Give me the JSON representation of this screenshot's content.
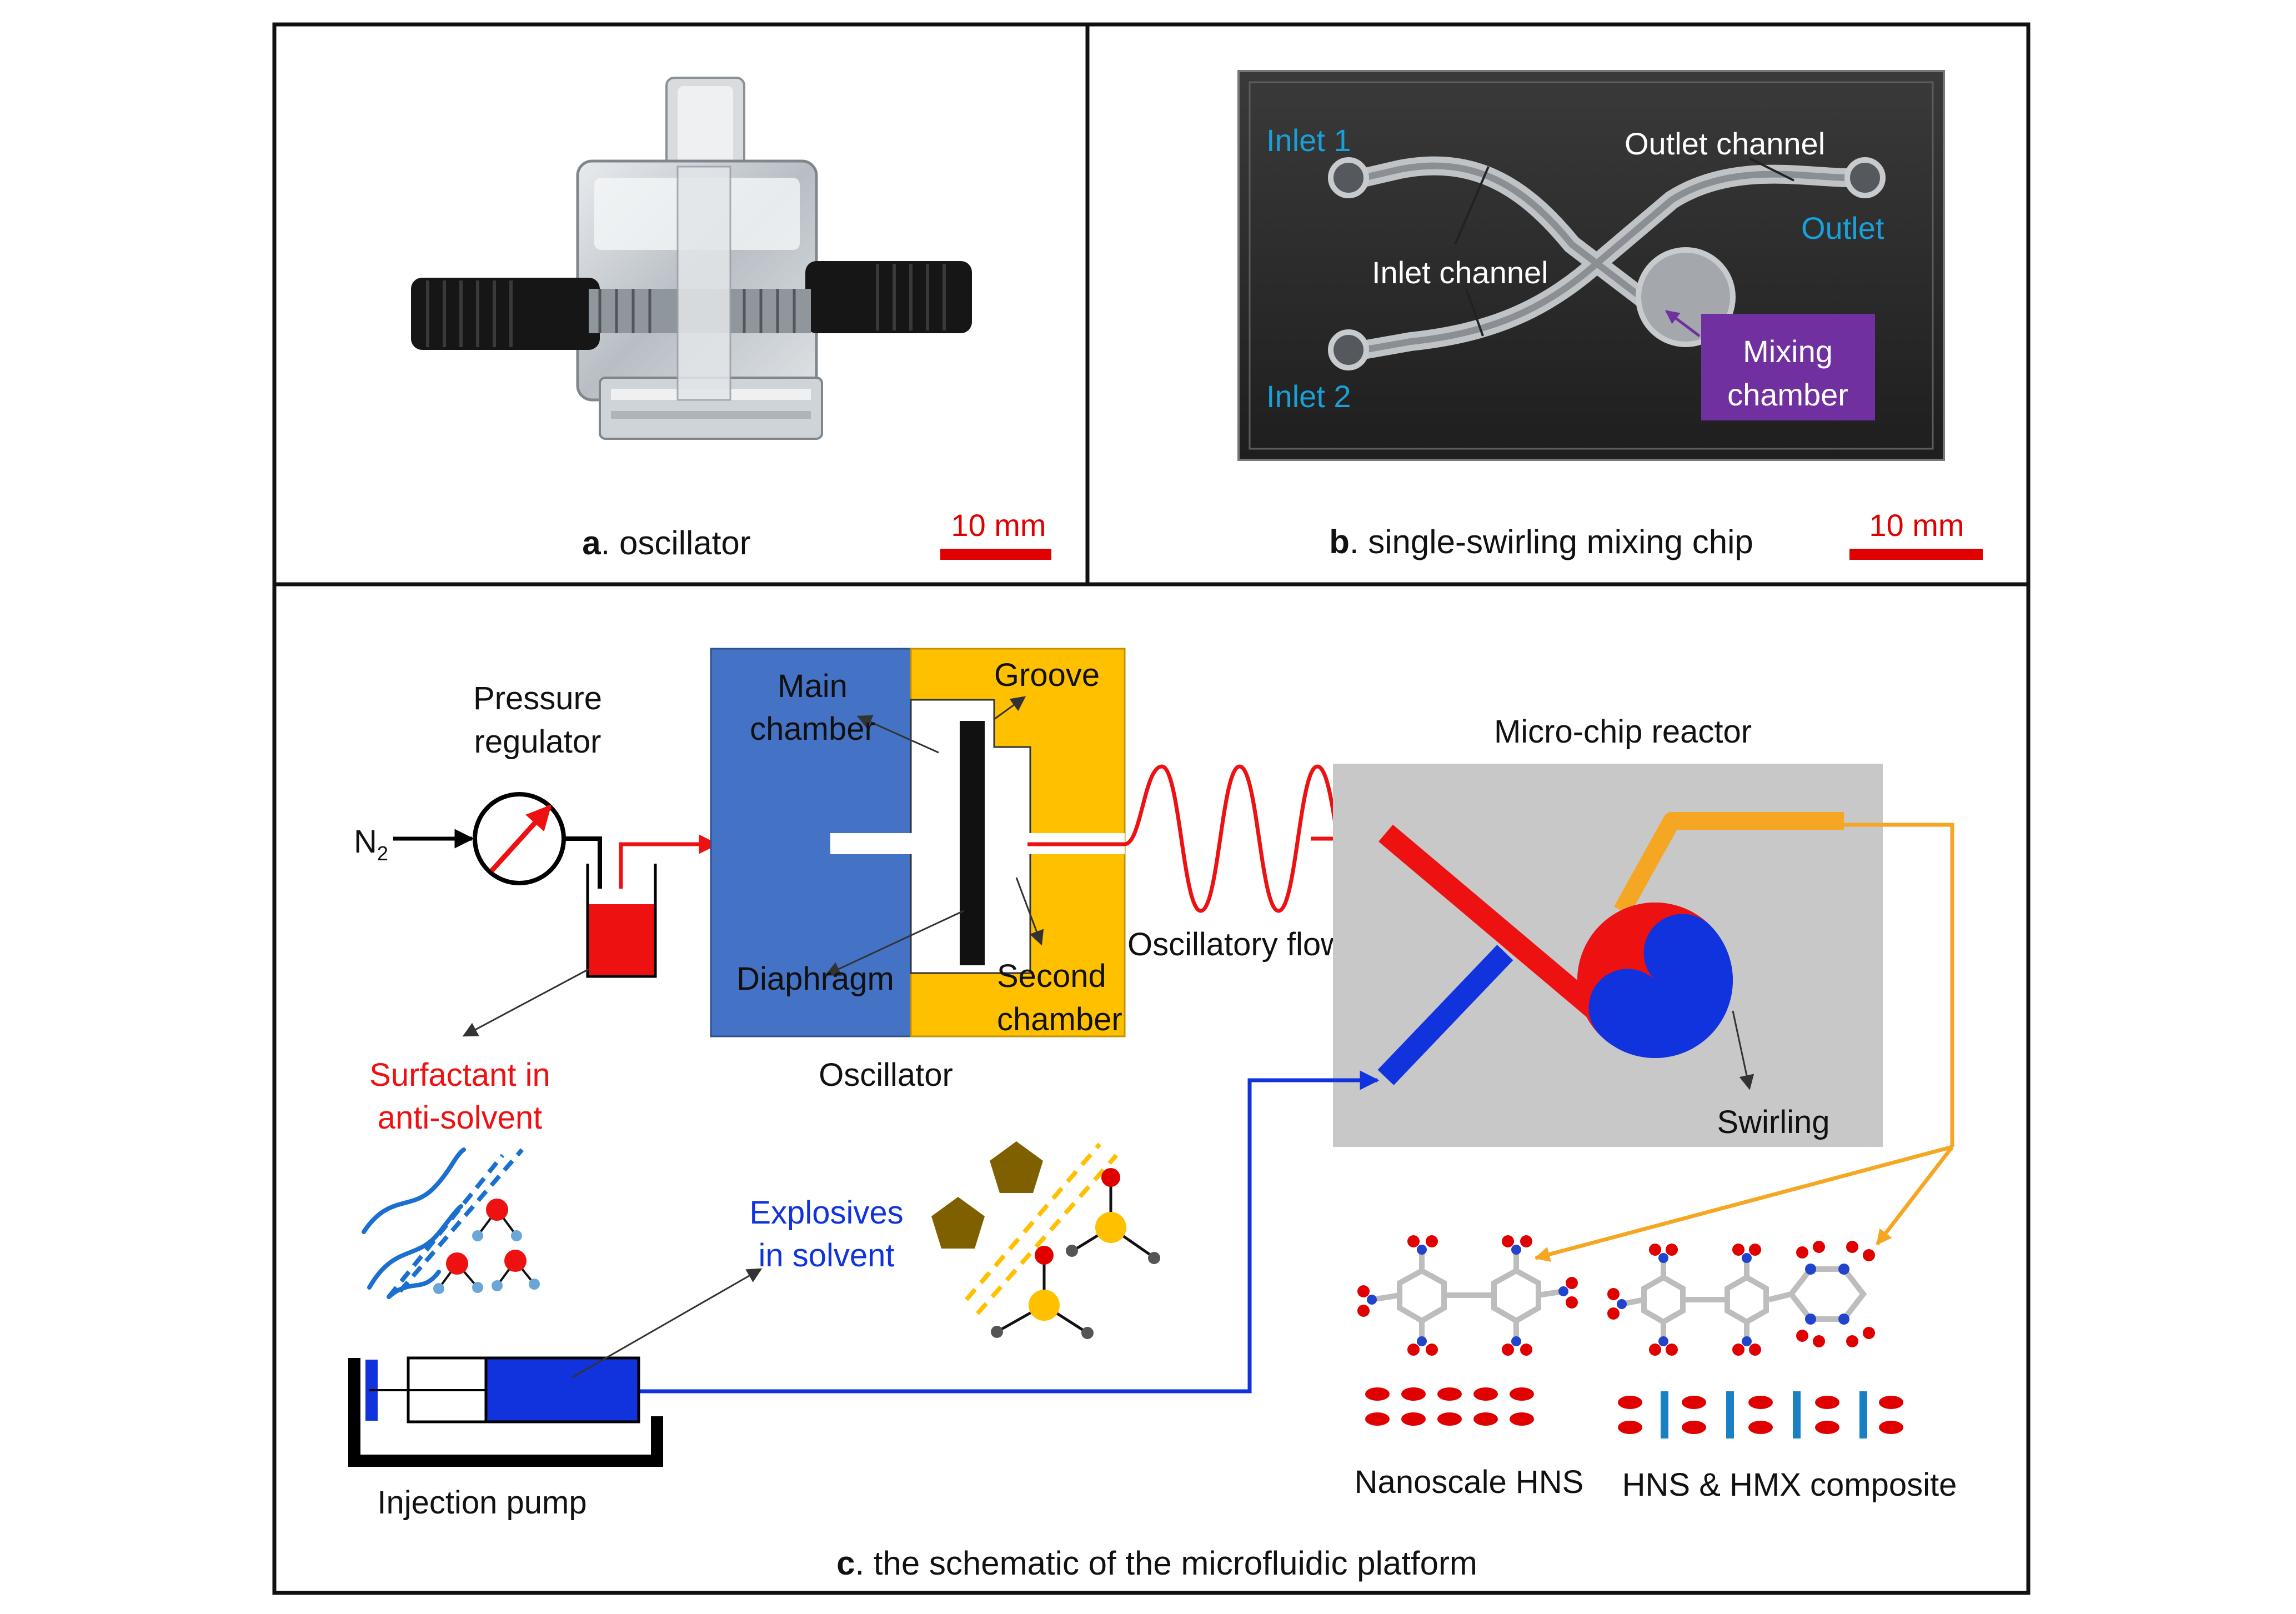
{
  "panel_a": {
    "caption_letter": "a",
    "caption_text": ". oscillator",
    "scale_label": "10 mm"
  },
  "panel_b": {
    "caption_letter": "b",
    "caption_text": ". single-swirling mixing chip",
    "scale_label": "10 mm",
    "labels": {
      "inlet1": "Inlet 1",
      "inlet2": "Inlet 2",
      "outlet": "Outlet",
      "outlet_channel": "Outlet channel",
      "inlet_channel": "Inlet channel",
      "mixing_line1": "Mixing",
      "mixing_line2": "chamber"
    }
  },
  "panel_c": {
    "caption_letter": "c",
    "caption_text": ". the schematic of the microfluidic platform",
    "labels": {
      "pressure_line1": "Pressure",
      "pressure_line2": "regulator",
      "n2": "N",
      "n2_sub": "2",
      "main_line1": "Main",
      "main_line2": "chamber",
      "groove": "Groove",
      "diaphragm": "Diaphragm",
      "second_line1": "Second",
      "second_line2": "chamber",
      "oscillator": "Oscillator",
      "oscillatory_flow": "Oscillatory flow",
      "reactor": "Micro-chip reactor",
      "swirling": "Swirling",
      "surfactant_line1": "Surfactant in",
      "surfactant_line2": "anti-solvent",
      "explosives_line1": "Explosives",
      "explosives_line2": "in solvent",
      "injection_pump": "Injection pump",
      "nanoscale_hns": "Nanoscale HNS",
      "composite": "HNS & HMX composite"
    }
  },
  "colors": {
    "red": "#ee1111",
    "blue": "#1133dd",
    "chamber_blue": "#4472c4",
    "chamber_gold": "#ffc000",
    "orange": "#f5a623",
    "cyan": "#1aa0d8",
    "purple": "#7030a0",
    "olive": "#7f6000",
    "gray_panel": "#c8c8c8"
  }
}
